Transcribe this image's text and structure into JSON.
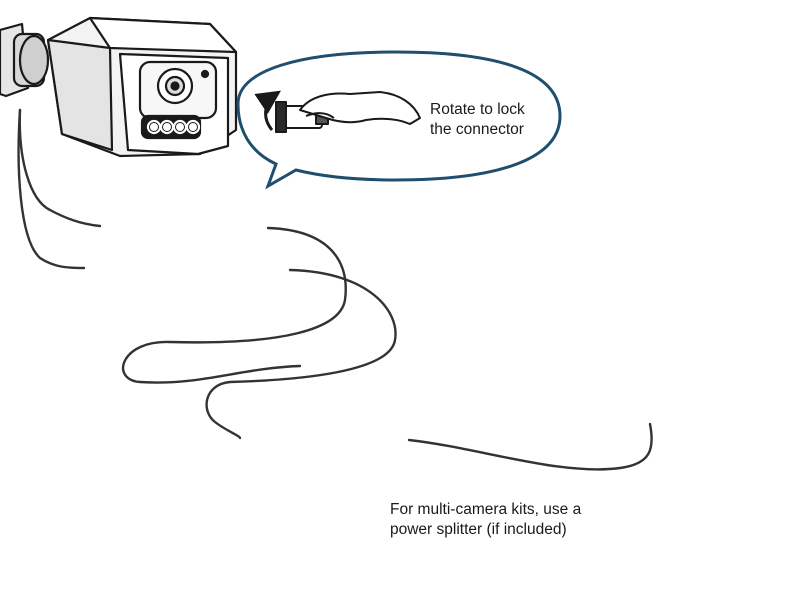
{
  "callouts": {
    "rotate": {
      "lines": [
        "Rotate to lock",
        "the connector"
      ]
    },
    "splitter": {
      "lines": [
        "For multi-camera kits, use a",
        "power splitter (if included)"
      ]
    }
  },
  "icons": {
    "camera": "bullet-camera-icon",
    "dvr": "dvr-recorder-icon",
    "adapter": "power-adapter-icon",
    "outlet": "wall-outlet-icon",
    "hand": "hand-rotate-icon"
  },
  "colors": {
    "ink": "#1a1a1a",
    "callout_border": "#1f4e6e",
    "arrow": "#b3202a",
    "cable": "#333333"
  }
}
